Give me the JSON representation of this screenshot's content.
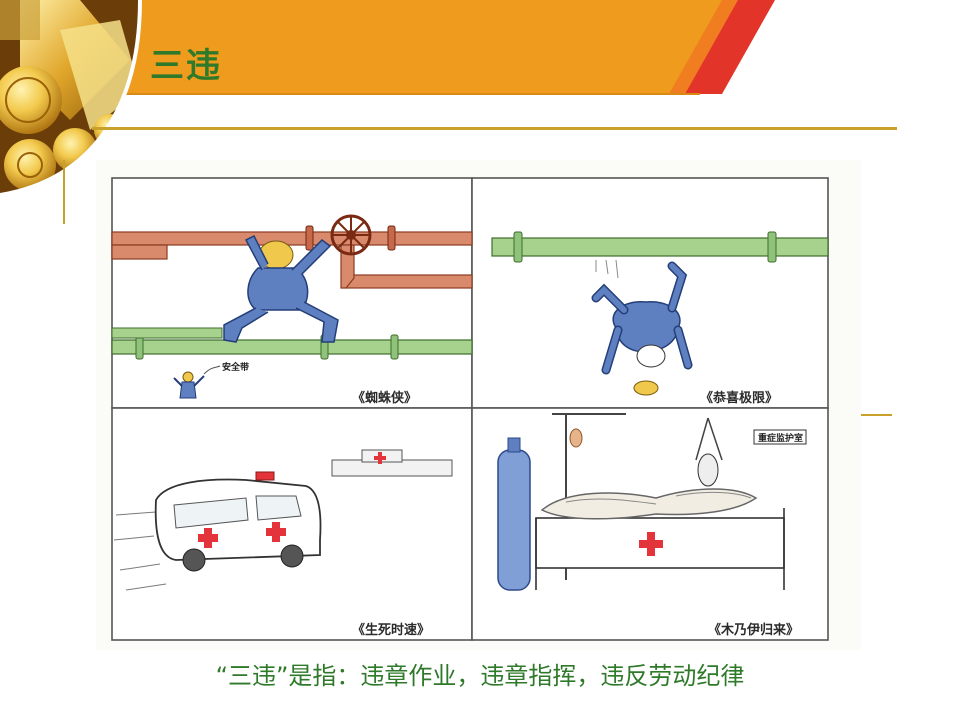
{
  "slide": {
    "title": "三违",
    "caption": "“三违”是指：违章作业，违章指挥，违反劳动纪律"
  },
  "colors": {
    "header_orange": "#ef9b1e",
    "header_red": "#e3342a",
    "title_green": "#2f7a2a",
    "gold_rule": "#c9a12a",
    "pipe_red": "#c8684a",
    "pipe_green": "#8fc27a",
    "worker_blue": "#5e7fc0",
    "cross_red": "#e2343a"
  },
  "panels": [
    {
      "id": "top-left",
      "caption": "《蜘蛛侠》",
      "label": "安全带"
    },
    {
      "id": "top-right",
      "caption": "《恭喜极限》"
    },
    {
      "id": "bottom-left",
      "caption": "《生死时速》"
    },
    {
      "id": "bottom-right",
      "caption": "《木乃伊归来》",
      "label": "重症监护室"
    }
  ]
}
